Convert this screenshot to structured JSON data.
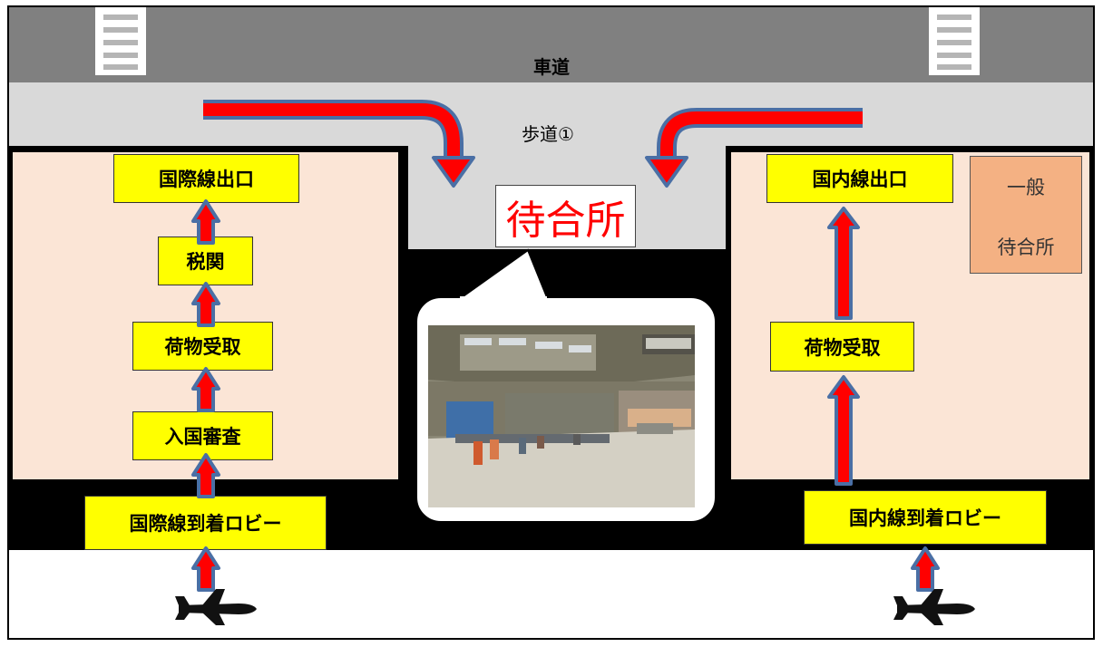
{
  "labels": {
    "roadway": "車道",
    "sidewalk": "歩道①",
    "waiting_area": "待合所",
    "general_waiting_line1": "一般",
    "general_waiting_line2": "待合所"
  },
  "international_flow": {
    "exit": "国際線出口",
    "customs": "税関",
    "baggage_claim": "荷物受取",
    "immigration": "入国審査",
    "arrival_lobby": "国際線到着ロビー"
  },
  "domestic_flow": {
    "exit": "国内線出口",
    "baggage_claim": "荷物受取",
    "arrival_lobby": "国内線到着ロビー"
  },
  "icons": [
    "crosswalk-icon",
    "airplane-icon",
    "flow-arrow-icon",
    "curved-arrow-icon",
    "waiting-room-photo"
  ],
  "colors": {
    "box_fill": "#ffff00",
    "zone_fill": "#fbe5d6",
    "arrow_fill": "#ff0000",
    "arrow_outline": "#4a6fa5",
    "waiting_text": "#ff0000",
    "general_fill": "#f4b183",
    "road": "#808080",
    "sidewalk": "#d9d9d9"
  }
}
